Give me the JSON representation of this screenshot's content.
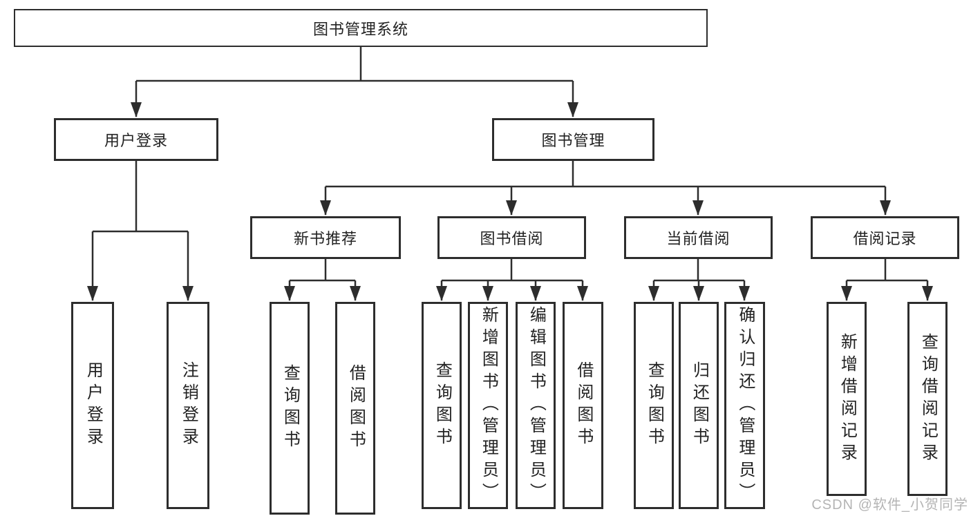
{
  "diagram_title": "图书管理系统",
  "tree": {
    "label": "图书管理系统",
    "children": [
      {
        "label": "用户登录",
        "children": [
          {
            "label": "用户登录"
          },
          {
            "label": "注销登录"
          }
        ]
      },
      {
        "label": "图书管理",
        "children": [
          {
            "label": "新书推荐",
            "children": [
              {
                "label": "查询图书"
              },
              {
                "label": "借阅图书"
              }
            ]
          },
          {
            "label": "图书借阅",
            "children": [
              {
                "label": "查询图书"
              },
              {
                "label": "新增图书（管理员）"
              },
              {
                "label": "编辑图书（管理员）"
              },
              {
                "label": "借阅图书"
              }
            ]
          },
          {
            "label": "当前借阅",
            "children": [
              {
                "label": "查询图书"
              },
              {
                "label": "归还图书"
              },
              {
                "label": "确认归还（管理员）"
              }
            ]
          },
          {
            "label": "借阅记录",
            "children": [
              {
                "label": "新增借阅记录"
              },
              {
                "label": "查询借阅记录"
              }
            ]
          }
        ]
      }
    ]
  },
  "watermark": {
    "text": "CSDN @软件_小贺同学"
  },
  "colors": {
    "line": "#2d2d2d",
    "box_border": "#2d2d2d",
    "box_fill": "#ffffff",
    "background": "#ffffff",
    "watermark": "#b0b0b0"
  }
}
